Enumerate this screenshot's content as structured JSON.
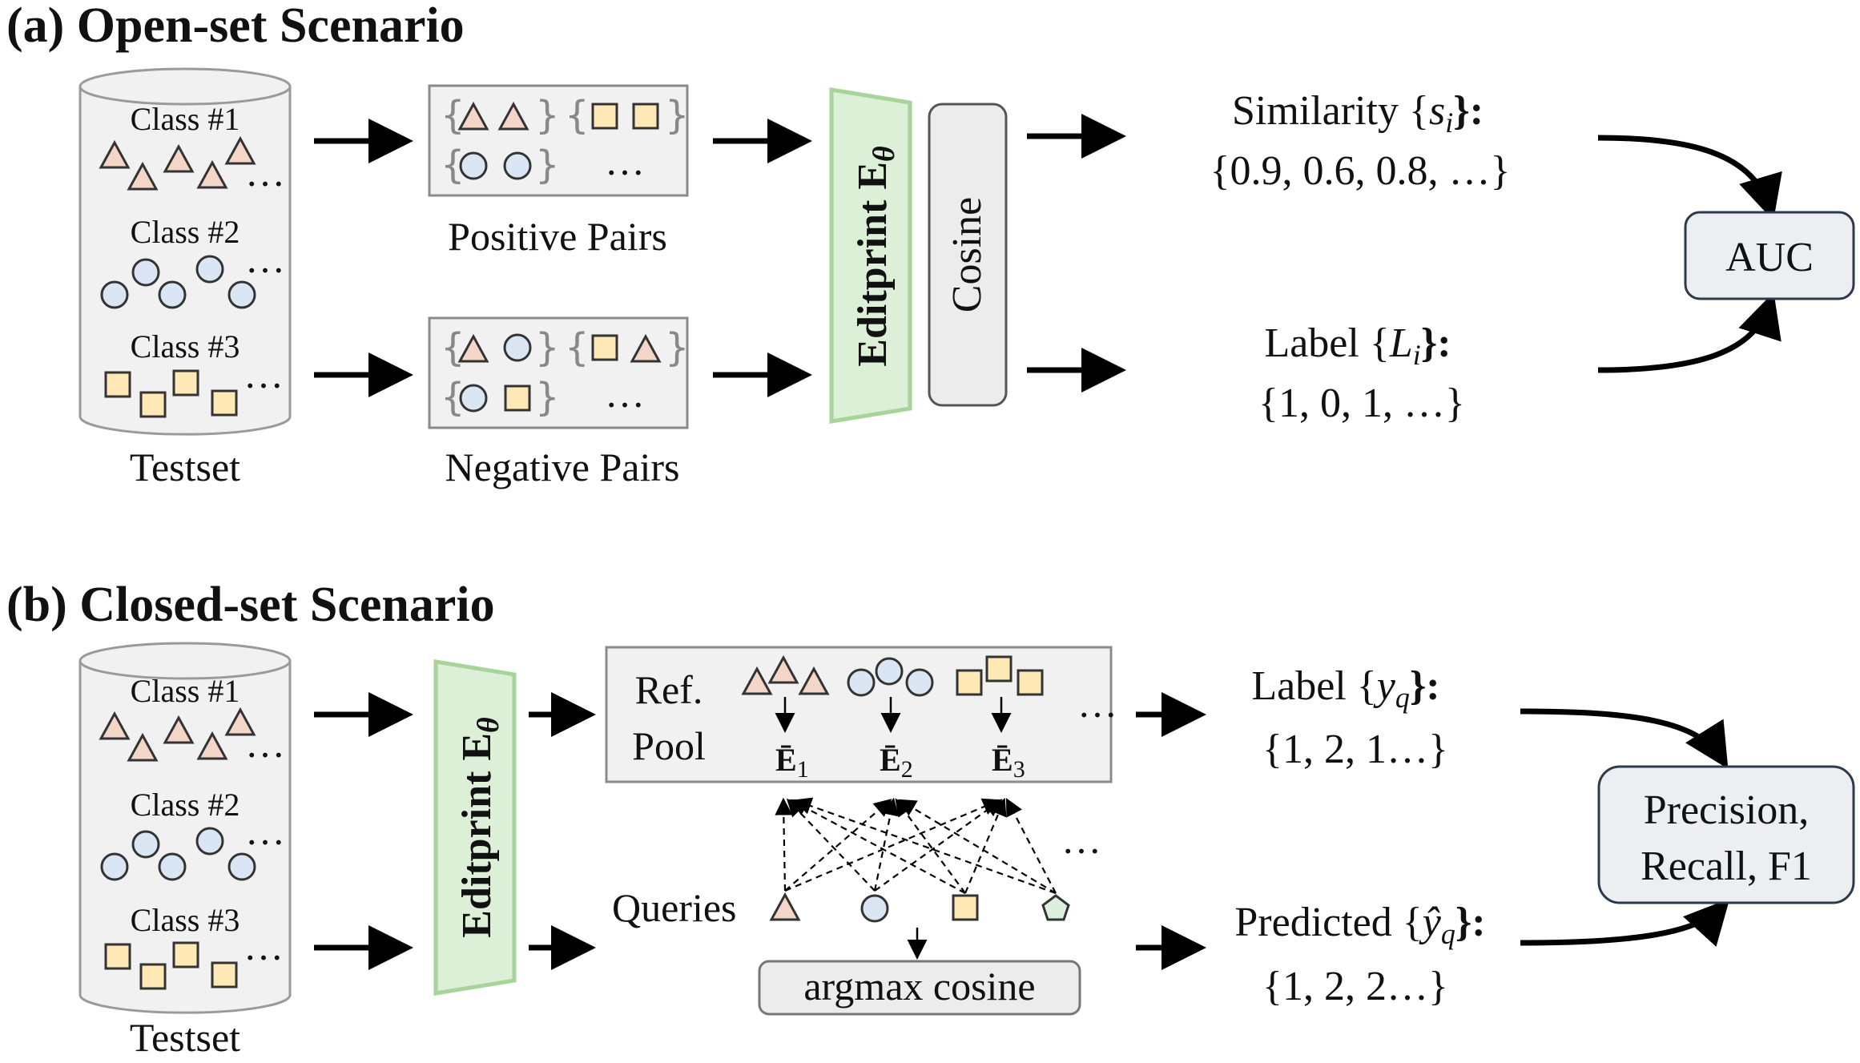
{
  "panel_a": {
    "heading": "(a) Open-set Scenario",
    "class1": "Class #1",
    "class2": "Class #2",
    "class3": "Class #3",
    "ellipsis": "…",
    "testset": "Testset",
    "positive_pairs": "Positive Pairs",
    "negative_pairs": "Negative Pairs",
    "encoder": "Editprint E",
    "encoder_sub": "θ",
    "cosine": "Cosine",
    "similarity_label": "Similarity {",
    "similarity_var": "s",
    "similarity_sub": "i",
    "similarity_close": "}:",
    "similarity_values": "{0.9, 0.6, 0.8, …}",
    "label_label": "Label {",
    "label_var": "L",
    "label_sub": "i",
    "label_close": "}:",
    "label_values": "{1, 0, 1, …}",
    "metric": "AUC"
  },
  "panel_b": {
    "heading": "(b) Closed-set Scenario",
    "class1": "Class #1",
    "class2": "Class #2",
    "class3": "Class #3",
    "testset": "Testset",
    "encoder": "Editprint E",
    "encoder_sub": "θ",
    "ref": "Ref.",
    "pool": "Pool",
    "emb1": "Ē",
    "emb1_sub": "1",
    "emb2": "Ē",
    "emb2_sub": "2",
    "emb3": "Ē",
    "emb3_sub": "3",
    "queries": "Queries",
    "argmax": "argmax cosine",
    "label_label": "Label {",
    "label_var": "y",
    "label_sub": "q",
    "label_close": "}:",
    "label_values": "{1, 2, 1…}",
    "pred_label": "Predicted {",
    "pred_var": "ŷ",
    "pred_sub": "q",
    "pred_close": "}:",
    "pred_values": "{1, 2, 2…}",
    "metric_line1": "Precision,",
    "metric_line2": "Recall, F1"
  }
}
